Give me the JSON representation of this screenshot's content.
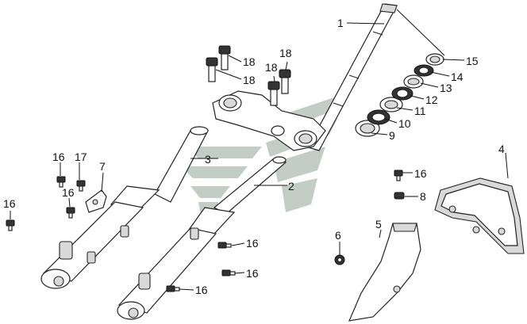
{
  "diagram": {
    "callouts": [
      {
        "id": "c1",
        "label": "1"
      },
      {
        "id": "c2",
        "label": "2"
      },
      {
        "id": "c3",
        "label": "3"
      },
      {
        "id": "c4",
        "label": "4"
      },
      {
        "id": "c5",
        "label": "5"
      },
      {
        "id": "c6",
        "label": "6"
      },
      {
        "id": "c7",
        "label": "7"
      },
      {
        "id": "c8",
        "label": "8"
      },
      {
        "id": "c9",
        "label": "9"
      },
      {
        "id": "c10",
        "label": "10"
      },
      {
        "id": "c11",
        "label": "11"
      },
      {
        "id": "c12",
        "label": "12"
      },
      {
        "id": "c13",
        "label": "13"
      },
      {
        "id": "c14",
        "label": "14"
      },
      {
        "id": "c15",
        "label": "15"
      },
      {
        "id": "c16a",
        "label": "16"
      },
      {
        "id": "c16b",
        "label": "16"
      },
      {
        "id": "c16c",
        "label": "16"
      },
      {
        "id": "c16d",
        "label": "16"
      },
      {
        "id": "c16e",
        "label": "16"
      },
      {
        "id": "c16f",
        "label": "16"
      },
      {
        "id": "c16g",
        "label": "16"
      },
      {
        "id": "c17",
        "label": "17"
      },
      {
        "id": "c18a",
        "label": "18"
      },
      {
        "id": "c18b",
        "label": "18"
      },
      {
        "id": "c18c",
        "label": "18"
      }
    ]
  }
}
